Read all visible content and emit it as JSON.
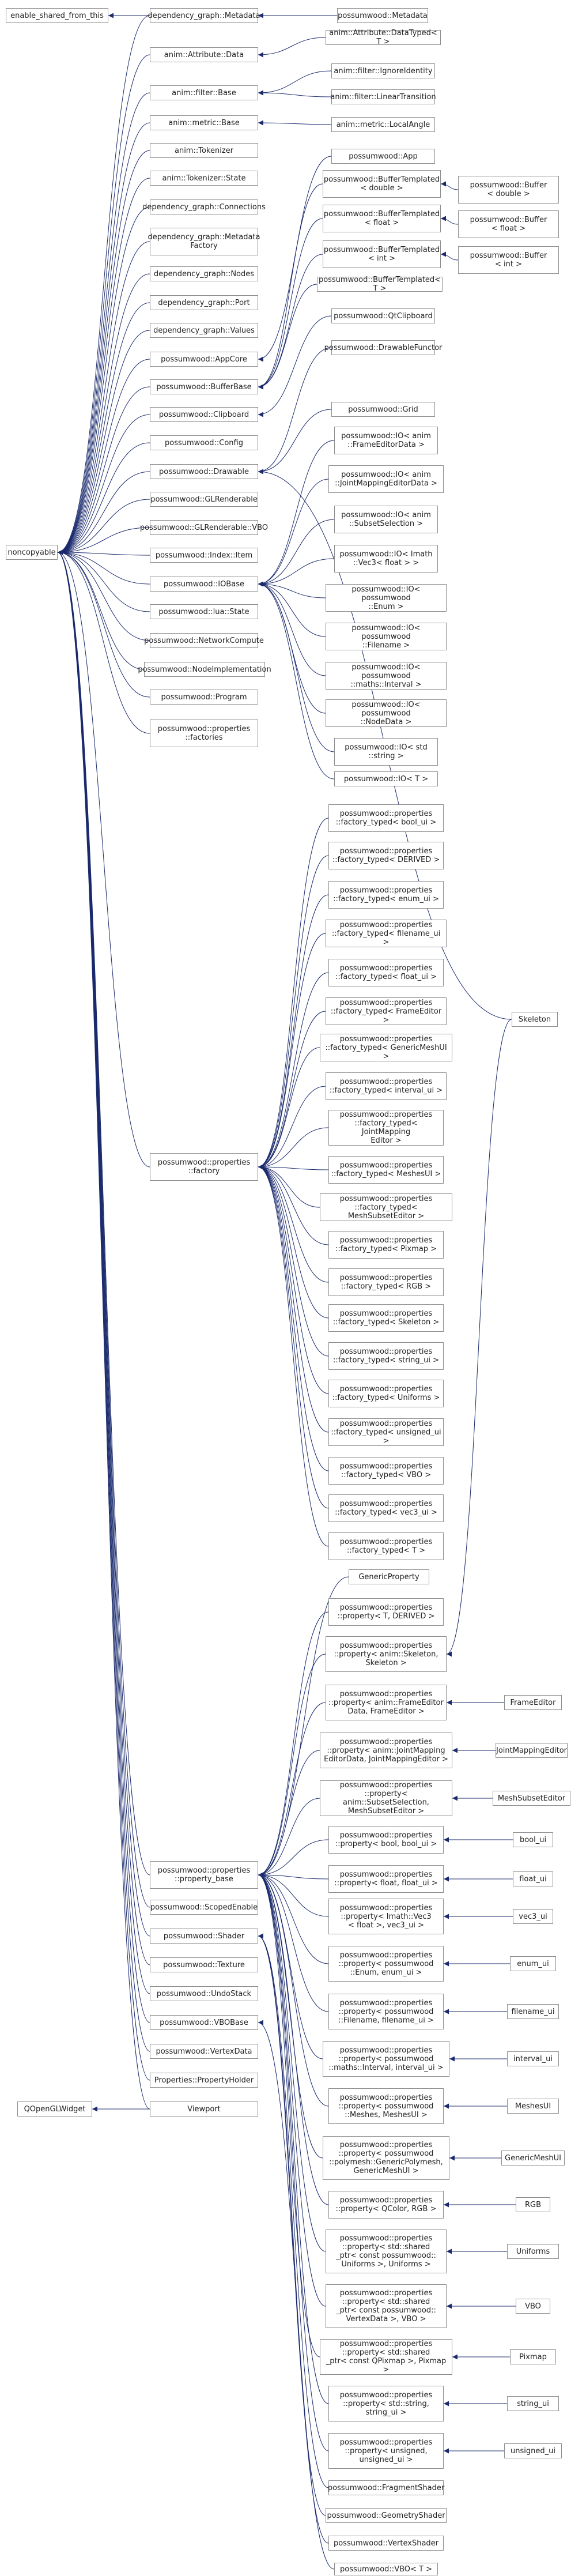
{
  "nodes": {
    "esft": "enable_shared_from_this",
    "dgm": "dependency_graph::Metadata",
    "pwm": "possumwood::Metadata",
    "aad": "anim::Attribute::Data",
    "aadt": "anim::Attribute::DataTyped< T >",
    "afb": "anim::filter::Base",
    "afi": "anim::filter::IgnoreIdentity",
    "afl": "anim::filter::LinearTransition",
    "amb": "anim::metric::Base",
    "aml": "anim::metric::LocalAngle",
    "atok": "anim::Tokenizer",
    "atoks": "anim::Tokenizer::State",
    "dgc": "dependency_graph::Connections",
    "dgmf": "dependency_graph::Metadata\nFactory",
    "dgn": "dependency_graph::Nodes",
    "dgp": "dependency_graph::Port",
    "dgv": "dependency_graph::Values",
    "app": "possumwood::App",
    "btd": "possumwood::BufferTemplated\n< double >",
    "bd": "possumwood::Buffer\n< double >",
    "btf": "possumwood::BufferTemplated\n< float >",
    "bf": "possumwood::Buffer\n< float >",
    "bti": "possumwood::BufferTemplated\n< int >",
    "bi": "possumwood::Buffer\n< int >",
    "btt": "possumwood::BufferTemplated< T >",
    "appcore": "possumwood::AppCore",
    "bufbase": "possumwood::BufferBase",
    "clip": "possumwood::Clipboard",
    "qtclip": "possumwood::QtClipboard",
    "config": "possumwood::Config",
    "drawable": "possumwood::Drawable",
    "drawfunc": "possumwood::DrawableFunctor",
    "grid": "possumwood::Grid",
    "glr": "possumwood::GLRenderable",
    "glrvbo": "possumwood::GLRenderable::VBO",
    "idxitem": "possumwood::Index::Item",
    "iobase": "possumwood::IOBase",
    "luastate": "possumwood::lua::State",
    "netcomp": "possumwood::NetworkCompute",
    "nodeimpl": "possumwood::NodeImplementation",
    "program": "possumwood::Program",
    "propfacs": "possumwood::properties\n::factories",
    "io_fed": "possumwood::IO< anim\n::FrameEditorData >",
    "io_jme": "possumwood::IO< anim\n::JointMappingEditorData >",
    "io_sub": "possumwood::IO< anim\n::SubsetSelection >",
    "io_vec": "possumwood::IO< Imath\n::Vec3< float > >",
    "io_enum": "possumwood::IO< possumwood\n::Enum >",
    "io_fn": "possumwood::IO< possumwood\n::Filename >",
    "io_int": "possumwood::IO< possumwood\n::maths::Interval >",
    "io_nd": "possumwood::IO< possumwood\n::NodeData >",
    "io_str": "possumwood::IO< std\n::string >",
    "io_t": "possumwood::IO< T >",
    "factory": "possumwood::properties\n::factory",
    "ft_bool": "possumwood::properties\n::factory_typed< bool_ui >",
    "ft_der": "possumwood::properties\n::factory_typed< DERIVED >",
    "ft_enum": "possumwood::properties\n::factory_typed< enum_ui >",
    "ft_fn": "possumwood::properties\n::factory_typed< filename_ui >",
    "ft_float": "possumwood::properties\n::factory_typed< float_ui >",
    "ft_fe": "possumwood::properties\n::factory_typed< FrameEditor >",
    "ft_gm": "possumwood::properties\n::factory_typed< GenericMeshUI >",
    "ft_iv": "possumwood::properties\n::factory_typed< interval_ui >",
    "ft_jm": "possumwood::properties\n::factory_typed< JointMapping\nEditor >",
    "ft_mu": "possumwood::properties\n::factory_typed< MeshesUI >",
    "ft_ms": "possumwood::properties\n::factory_typed< MeshSubsetEditor >",
    "ft_px": "possumwood::properties\n::factory_typed< Pixmap >",
    "ft_rgb": "possumwood::properties\n::factory_typed< RGB >",
    "ft_sk": "possumwood::properties\n::factory_typed< Skeleton >",
    "ft_str": "possumwood::properties\n::factory_typed< string_ui >",
    "ft_un": "possumwood::properties\n::factory_typed< Uniforms >",
    "ft_uns": "possumwood::properties\n::factory_typed< unsigned_ui >",
    "ft_vbo": "possumwood::properties\n::factory_typed< VBO >",
    "ft_vec": "possumwood::properties\n::factory_typed< vec3_ui >",
    "ft_t": "possumwood::properties\n::factory_typed< T >",
    "skeleton": "Skeleton",
    "genprop": "GenericProperty",
    "p_td": "possumwood::properties\n::property< T, DERIVED >",
    "p_sk": "possumwood::properties\n::property< anim::Skeleton,\nSkeleton >",
    "p_fe": "possumwood::properties\n::property< anim::FrameEditor\nData, FrameEditor >",
    "fe": "FrameEditor",
    "p_jm": "possumwood::properties\n::property< anim::JointMapping\nEditorData, JointMappingEditor >",
    "jme": "JointMappingEditor",
    "p_ss": "possumwood::properties\n::property< anim::SubsetSelection,\nMeshSubsetEditor >",
    "mse": "MeshSubsetEditor",
    "p_bool": "possumwood::properties\n::property< bool, bool_ui >",
    "boolui": "bool_ui",
    "p_float": "possumwood::properties\n::property< float, float_ui >",
    "floatui": "float_ui",
    "p_vec": "possumwood::properties\n::property< Imath::Vec3\n< float >, vec3_ui >",
    "vec3ui": "vec3_ui",
    "p_enum": "possumwood::properties\n::property< possumwood\n::Enum, enum_ui >",
    "enumui": "enum_ui",
    "p_fn": "possumwood::properties\n::property< possumwood\n::Filename, filename_ui >",
    "fnui": "filename_ui",
    "p_iv": "possumwood::properties\n::property< possumwood\n::maths::Interval, interval_ui >",
    "ivui": "interval_ui",
    "p_mu": "possumwood::properties\n::property< possumwood\n::Meshes, MeshesUI >",
    "meshesui": "MeshesUI",
    "p_gm": "possumwood::properties\n::property< possumwood\n::polymesh::GenericPolymesh,\nGenericMeshUI >",
    "gmui": "GenericMeshUI",
    "p_rgb": "possumwood::properties\n::property< QColor, RGB >",
    "rgb": "RGB",
    "p_un": "possumwood::properties\n::property< std::shared\n_ptr< const possumwood::\nUniforms >, Uniforms >",
    "uniforms": "Uniforms",
    "p_vbo": "possumwood::properties\n::property< std::shared\n_ptr< const possumwood::\nVertexData >, VBO >",
    "vbo": "VBO",
    "p_px": "possumwood::properties\n::property< std::shared\n_ptr< const QPixmap >, Pixmap >",
    "pixmap": "Pixmap",
    "p_str": "possumwood::properties\n::property< std::string,\nstring_ui >",
    "stringui": "string_ui",
    "p_uns": "possumwood::properties\n::property< unsigned,\nunsigned_ui >",
    "unsui": "unsigned_ui",
    "fragsh": "possumwood::FragmentShader",
    "geomsh": "possumwood::GeometryShader",
    "vertsh": "possumwood::VertexShader",
    "vbot": "possumwood::VBO< T >",
    "noncopy": "noncopyable",
    "propbase": "possumwood::properties\n::property_base",
    "scoped": "possumwood::ScopedEnable",
    "shader": "possumwood::Shader",
    "texture": "possumwood::Texture",
    "undo": "possumwood::UndoStack",
    "vbobase": "possumwood::VBOBase",
    "vdata": "possumwood::VertexData",
    "propholder": "Properties::PropertyHolder",
    "qgl": "QOpenGLWidget",
    "viewport": "Viewport"
  }
}
